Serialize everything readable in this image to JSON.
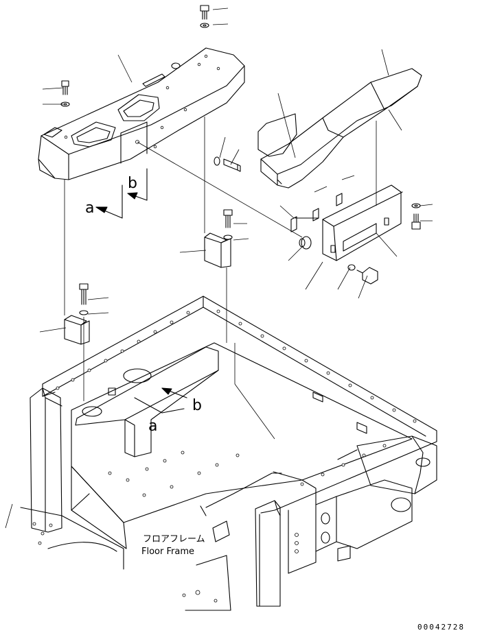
{
  "view_labels": {
    "a": "a",
    "b": "b"
  },
  "caption": {
    "jp": "フロアフレーム",
    "en": "Floor Frame"
  },
  "document_number": "00042728"
}
